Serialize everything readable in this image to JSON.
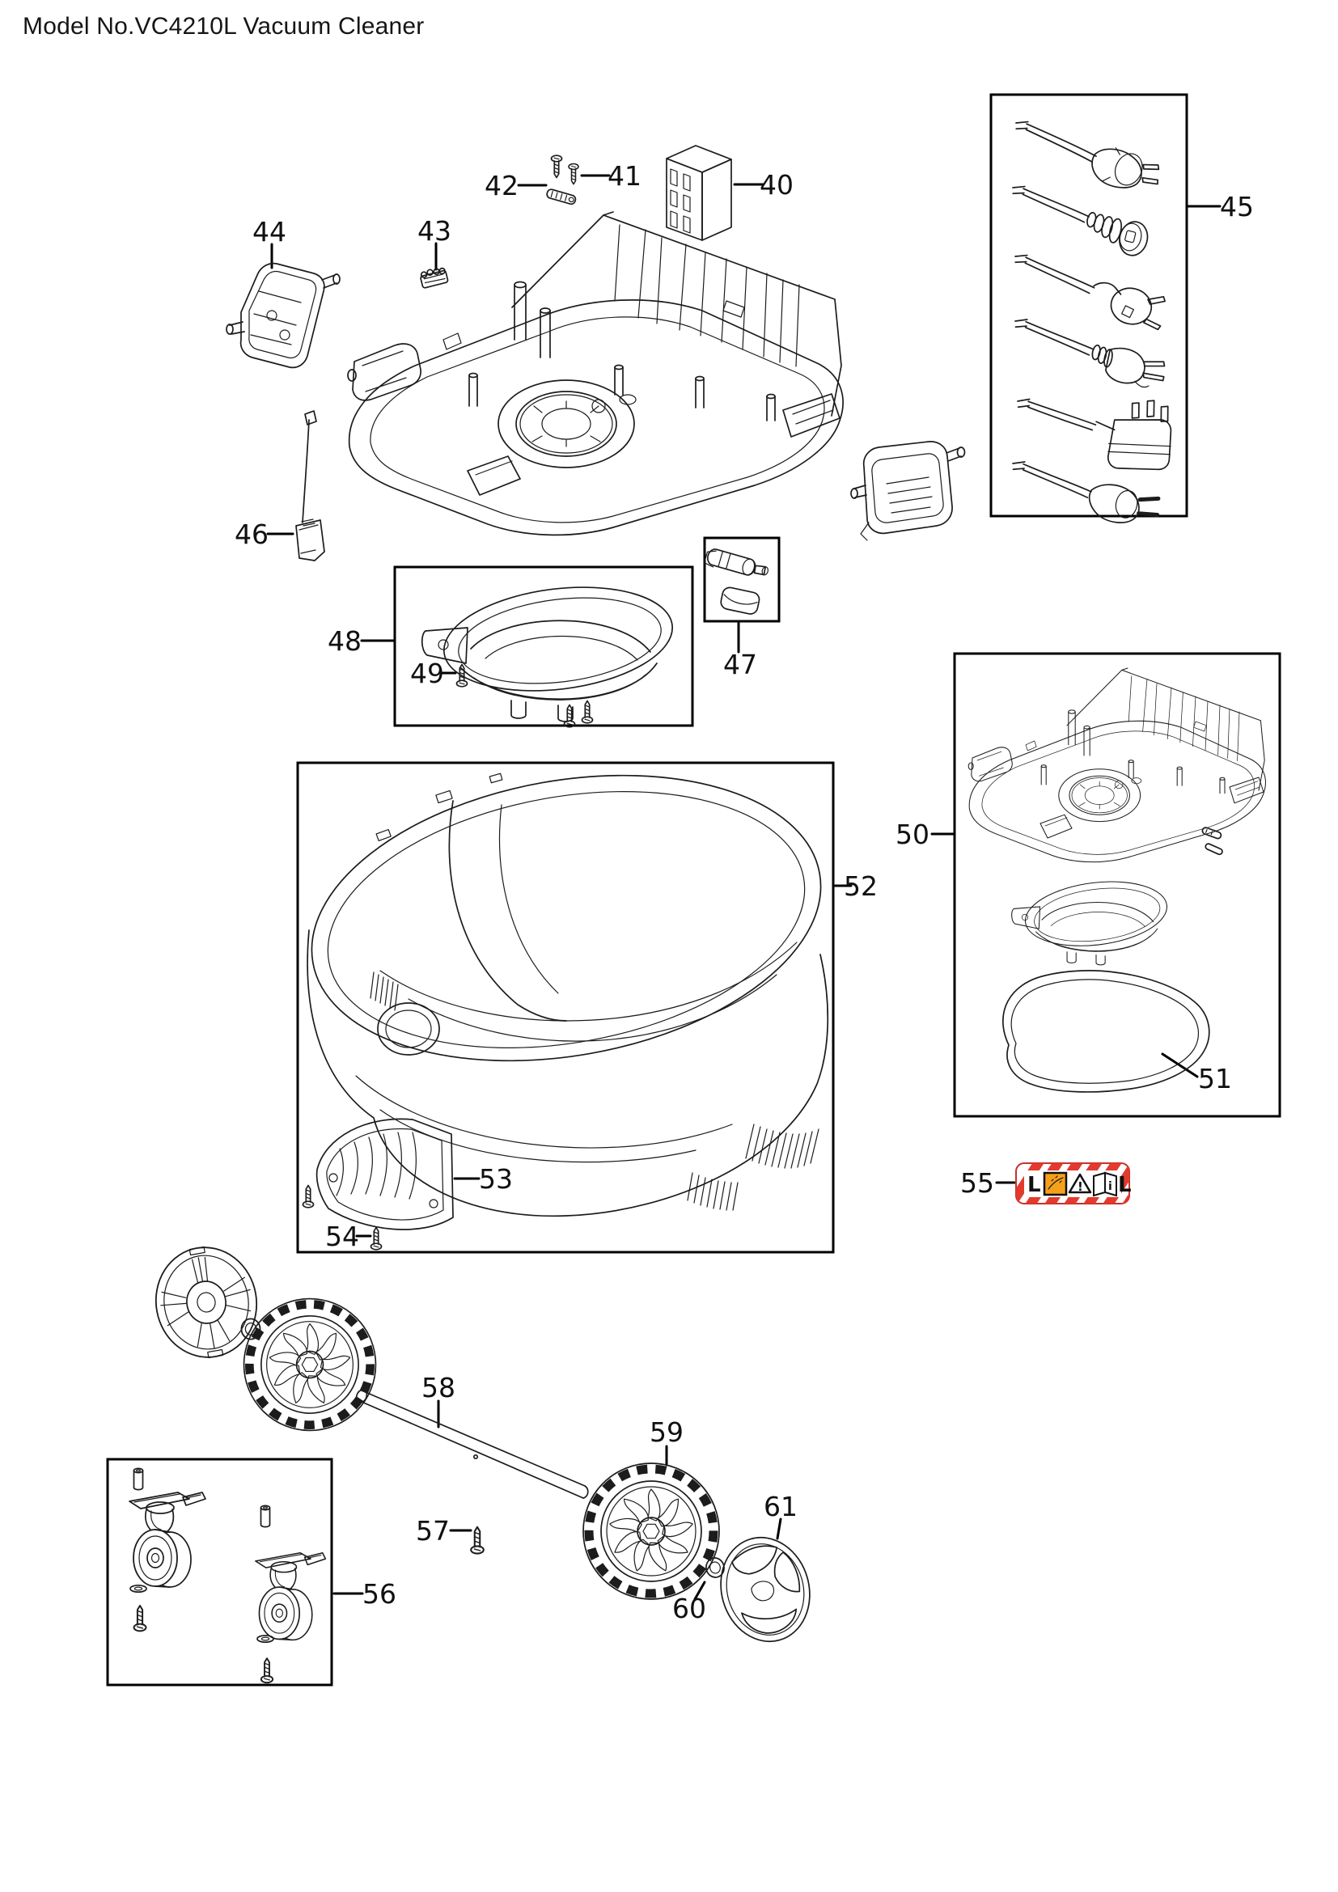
{
  "title": "Model No.VC4210L Vacuum Cleaner",
  "labels": {
    "40": "40",
    "41": "41",
    "42": "42",
    "43": "43",
    "44": "44",
    "45": "45",
    "46": "46",
    "47": "47",
    "48": "48",
    "49": "49",
    "50": "50",
    "51": "51",
    "52": "52",
    "53": "53",
    "54": "54",
    "55": "55",
    "56": "56",
    "57": "57",
    "58": "58",
    "59": "59",
    "60": "60",
    "61": "61"
  },
  "sticker": {
    "left_letter": "L",
    "right_letter": "L",
    "warning_mark": "!",
    "book_letter": "i",
    "icons": [
      "dust-hazard-icon",
      "warning-triangle-icon",
      "read-manual-icon"
    ]
  },
  "colors": {
    "line": "#1c1c1c",
    "sticker_red": "#e23a2e",
    "sticker_orange": "#f6a01a",
    "background": "#ffffff"
  }
}
